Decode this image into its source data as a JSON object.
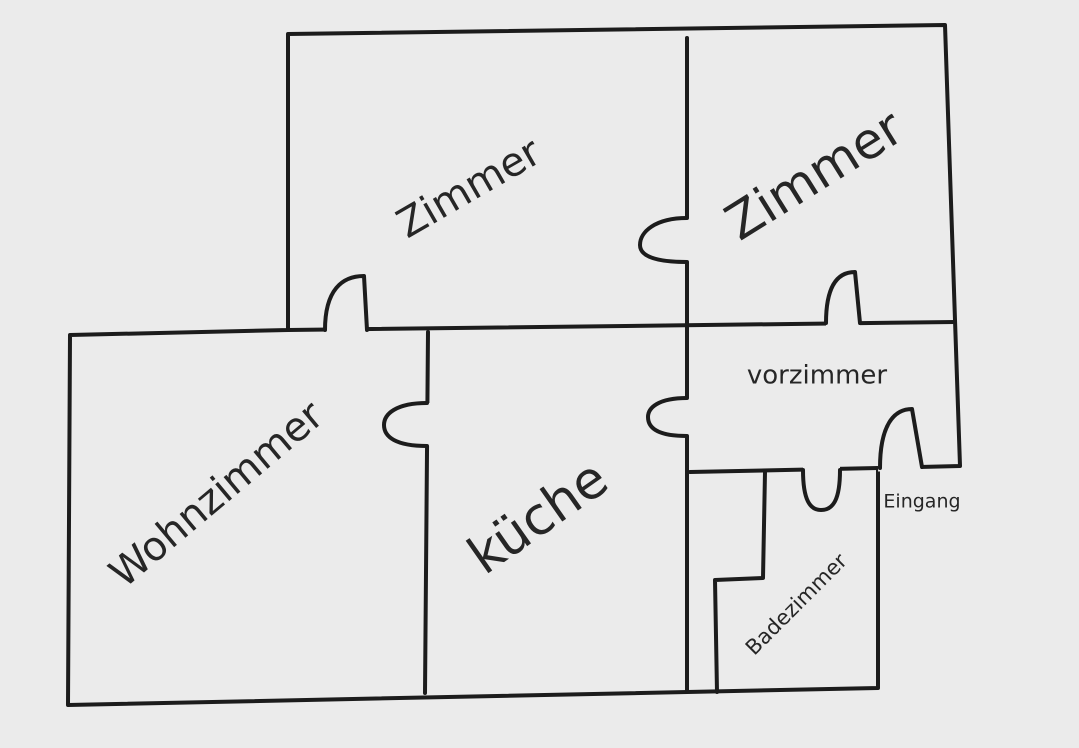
{
  "plan": {
    "colors": {
      "ink": "#1c1c1c",
      "paper": "#ebebeb"
    },
    "rooms": {
      "room_left": "Zimmer",
      "room_right": "Zimmer",
      "living_room": "Wohnzimmer",
      "kitchen": "küche",
      "hallway": "vorzimmer",
      "bathroom": "Badezimmer"
    },
    "entrance": "Eingang"
  }
}
